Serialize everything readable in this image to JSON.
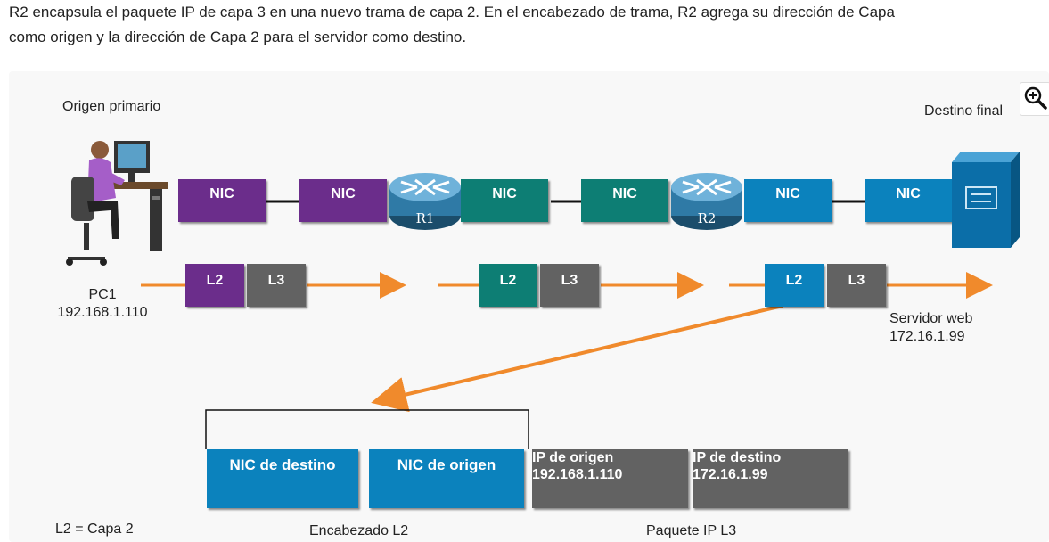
{
  "intro": {
    "line1": "R2 encapsula el paquete IP de capa 3 en una nuevo trama de capa 2. En el encabezado de trama, R2 agrega su dirección de Capa",
    "line2": "como origen y la dirección de Capa 2 para el servidor como destino."
  },
  "labels": {
    "origin": "Origen primario",
    "destination": "Destino final",
    "pc_name": "PC1",
    "pc_ip": "192.168.1.110",
    "server_name": "Servidor web",
    "server_ip": "172.16.1.99",
    "legend": "L2 = Capa 2",
    "l2_header": "Encabezado L2",
    "l3_packet": "Paquete IP L3"
  },
  "routers": {
    "r1": "R1",
    "r2": "R2"
  },
  "nics": [
    "NIC",
    "NIC",
    "NIC",
    "NIC",
    "NIC",
    "NIC"
  ],
  "packets": {
    "l2": "L2",
    "l3": "L3"
  },
  "frame": {
    "dest_nic": "NIC de destino",
    "src_nic": "NIC de origen",
    "src_ip_label": "IP de origen",
    "src_ip": "192.168.1.110",
    "dst_ip_label": "IP de destino",
    "dst_ip": "172.16.1.99"
  },
  "colors": {
    "purple": "#6b2d8b",
    "teal": "#0d7e74",
    "blue": "#0b82bd",
    "gray": "#626262",
    "arrow": "#f08a2c"
  },
  "icons": [
    "pc-user-icon",
    "router-icon",
    "server-icon",
    "zoom-in-icon"
  ]
}
